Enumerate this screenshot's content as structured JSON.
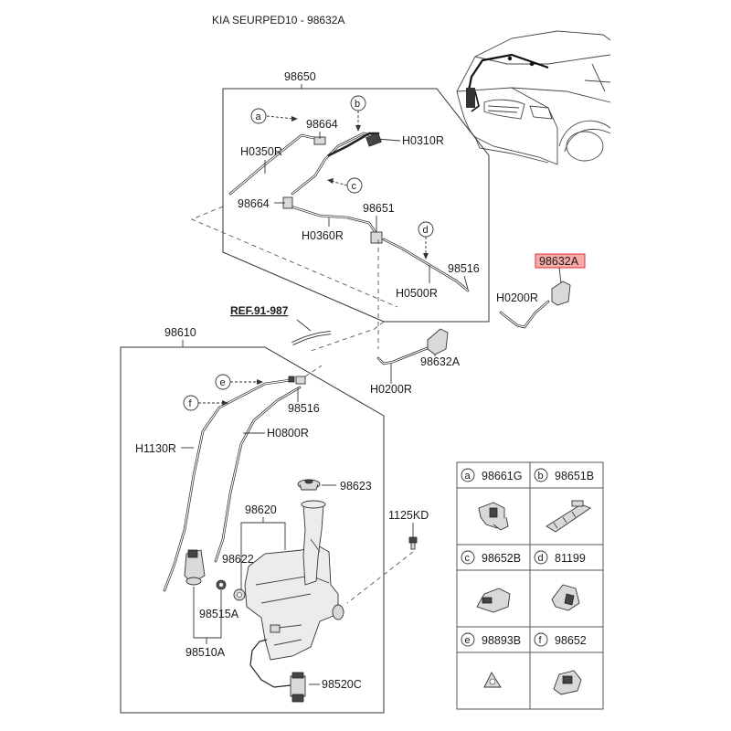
{
  "title": "KIA SEURPED10 - 98632A",
  "labels": {
    "l98650": "98650",
    "l98664a": "98664",
    "lH0310R": "H0310R",
    "lH0350R": "H0350R",
    "l98664b": "98664",
    "l98651": "98651",
    "lH0360R": "H0360R",
    "l98516a": "98516",
    "lH0500R": "H0500R",
    "l98632A_hl": "98632A",
    "lH0200R_a": "H0200R",
    "lRef": "REF.91-987",
    "l98610": "98610",
    "l98632A_b": "98632A",
    "lH0200R_b": "H0200R",
    "l98516b": "98516",
    "lH1130R": "H1130R",
    "lH0800R": "H0800R",
    "l98623": "98623",
    "l1125KD": "1125KD",
    "l98620": "98620",
    "l98622": "98622",
    "l98515A": "98515A",
    "l98510A": "98510A",
    "l98520C": "98520C"
  },
  "callouts": {
    "a": "a",
    "b": "b",
    "c": "c",
    "d": "d",
    "e": "e",
    "f": "f"
  },
  "legend": [
    {
      "letter": "a",
      "part": "98661G"
    },
    {
      "letter": "b",
      "part": "98651B"
    },
    {
      "letter": "c",
      "part": "98652B"
    },
    {
      "letter": "d",
      "part": "81199"
    },
    {
      "letter": "e",
      "part": "98893B"
    },
    {
      "letter": "f",
      "part": "98652"
    }
  ],
  "colors": {
    "highlight_fill": "#f6a9a9",
    "highlight_stroke": "#d33"
  }
}
